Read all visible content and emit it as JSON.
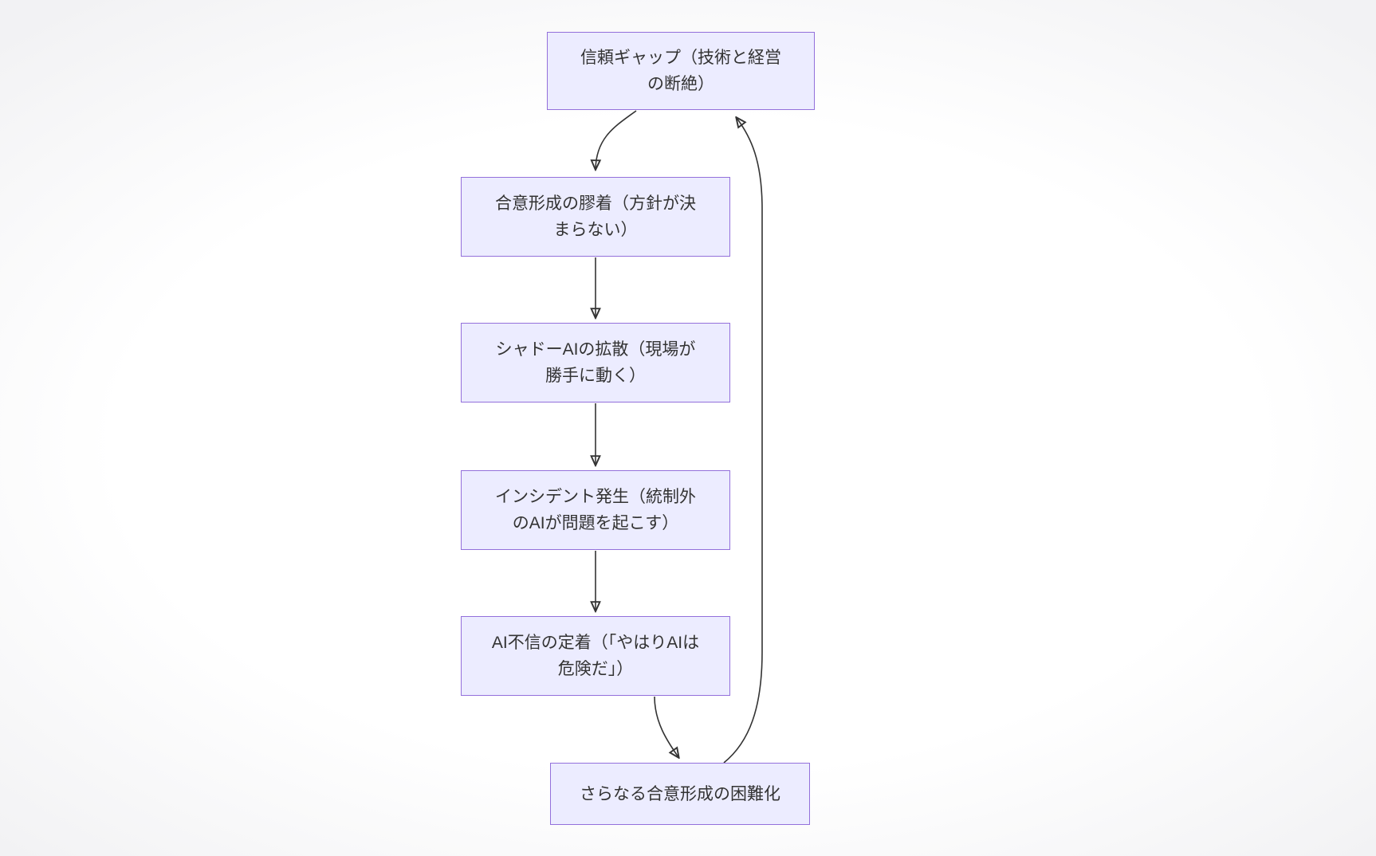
{
  "diagram": {
    "type": "flowchart",
    "direction": "top-down",
    "colors": {
      "node_fill": "#ECECFF",
      "node_border": "#9370DB",
      "text": "#333333",
      "arrow": "#333333",
      "background": "#FFFFFF"
    },
    "nodes": [
      {
        "id": "trust-gap",
        "label": "信頼ギャップ（技術と経営の断絶）",
        "lines": [
          "信頼ギャップ（技術と経営",
          "の断絶）"
        ]
      },
      {
        "id": "consensus-deadlock",
        "label": "合意形成の膠着（方針が決まらない）",
        "lines": [
          "合意形成の膠着（方針が決",
          "まらない）"
        ]
      },
      {
        "id": "shadow-ai-spread",
        "label": "シャドーAIの拡散（現場が勝手に動く）",
        "lines": [
          "シャドーAIの拡散（現場が",
          "勝手に動く）"
        ]
      },
      {
        "id": "incident",
        "label": "インシデント発生（統制外のAIが問題を起こす）",
        "lines": [
          "インシデント発生（統制外",
          "のAIが問題を起こす）"
        ]
      },
      {
        "id": "ai-distrust",
        "label": "AI不信の定着（「やはりAIは危険だ」）",
        "lines": [
          "AI不信の定着（「やはりAIは",
          "危険だ」）"
        ]
      },
      {
        "id": "consensus-difficulty",
        "label": "さらなる合意形成の困難化",
        "lines": [
          "さらなる合意形成の困難化"
        ]
      }
    ],
    "edges": [
      {
        "from": "trust-gap",
        "to": "consensus-deadlock"
      },
      {
        "from": "consensus-deadlock",
        "to": "shadow-ai-spread"
      },
      {
        "from": "shadow-ai-spread",
        "to": "incident"
      },
      {
        "from": "incident",
        "to": "ai-distrust"
      },
      {
        "from": "ai-distrust",
        "to": "consensus-difficulty"
      },
      {
        "from": "consensus-difficulty",
        "to": "trust-gap"
      }
    ]
  }
}
